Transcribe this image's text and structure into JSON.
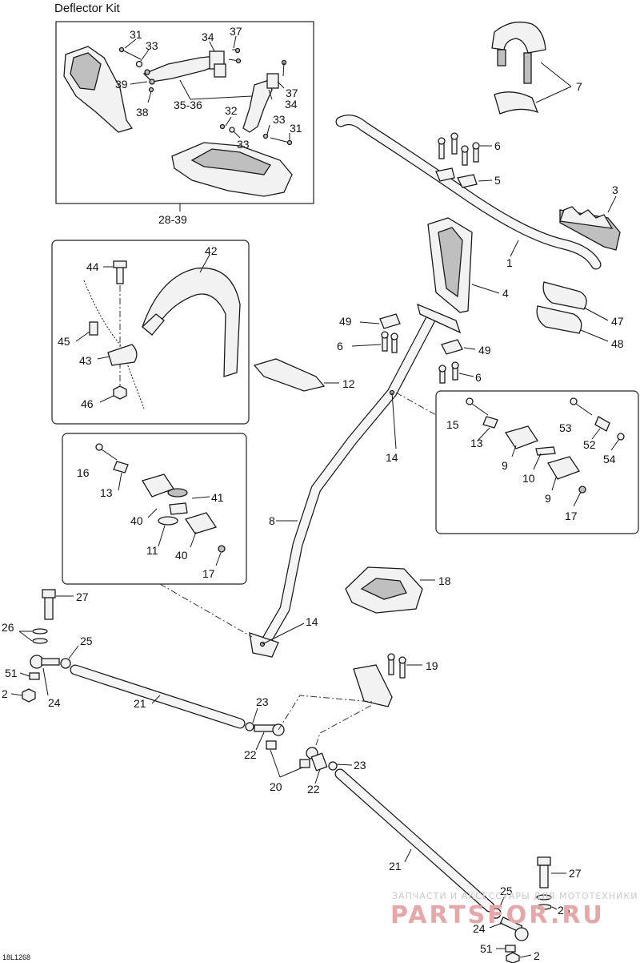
{
  "kit_title": "Deflector Kit",
  "kit_range_label": "28-39",
  "figure_code": "18L1268",
  "watermark_line1": "ЗАПЧАСТИ И АКСЕССУАРЫ ДЛЯ МОТОТЕХНИКИ",
  "watermark_line2": "PARTSFOR.RU",
  "callouts": {
    "c31a": "31",
    "c33a": "33",
    "c34a": "34",
    "c37a": "37",
    "c39": "39",
    "c38": "38",
    "c3536": "35-36",
    "c37b": "37",
    "c34b": "34",
    "c32": "32",
    "c33b": "33",
    "c31b": "31",
    "c33c": "33",
    "c7": "7",
    "c6a": "6",
    "c5": "5",
    "c3": "3",
    "c1": "1",
    "c4": "4",
    "c47": "47",
    "c48": "48",
    "c49a": "49",
    "c6b": "6",
    "c49b": "49",
    "c6c": "6",
    "c12": "12",
    "c42": "42",
    "c44": "44",
    "c45": "45",
    "c43": "43",
    "c46": "46",
    "c15": "15",
    "c13a": "13",
    "c9a": "9",
    "c10": "10",
    "c9b": "9",
    "c17a": "17",
    "c53": "53",
    "c52": "52",
    "c54": "54",
    "c14a": "14",
    "c8": "8",
    "c18": "18",
    "c14b": "14",
    "c16": "16",
    "c13b": "13",
    "c41": "41",
    "c40a": "40",
    "c11": "11",
    "c40b": "40",
    "c17b": "17",
    "c27a": "27",
    "c26a": "26",
    "c25a": "25",
    "c51a": "51",
    "c2a": "2",
    "c24a": "24",
    "c21a": "21",
    "c23a": "23",
    "c22a": "22",
    "c20": "20",
    "c19": "19",
    "c22b": "22",
    "c23b": "23",
    "c21b": "21",
    "c27b": "27",
    "c25b": "25",
    "c26b": "26",
    "c24b": "24",
    "c51b": "51",
    "c2b": "2"
  }
}
